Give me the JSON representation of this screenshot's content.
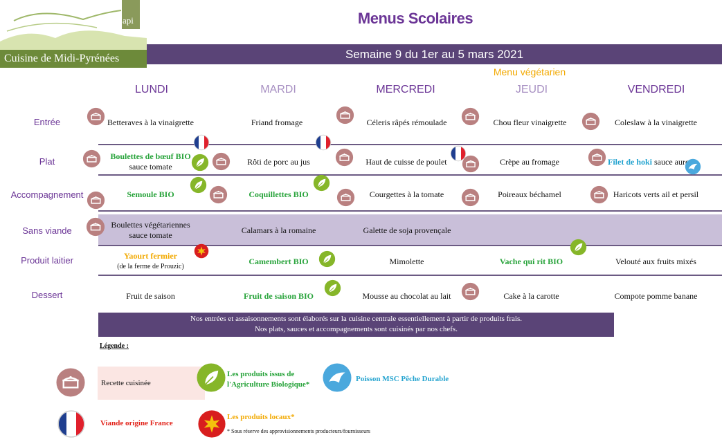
{
  "header": {
    "logo_text": "Cuisine de Midi-Pyrénées",
    "logo_badge": "api",
    "title": "Menus Scolaires",
    "week": "Semaine 9 du 1er au 5 mars 2021",
    "veg_note": "Menu végétarien"
  },
  "days": [
    "LUNDI",
    "MARDI",
    "MERCREDI",
    "JEUDI",
    "VENDREDI"
  ],
  "colors": {
    "purple": "#6b3596",
    "bar": "#5a4477",
    "green": "#27a33a",
    "blue": "#23a3cf",
    "orange": "#f2a900",
    "band": "#c9bfd9",
    "icon": "#b98080"
  },
  "rows": {
    "entree": {
      "label": "Entrée",
      "lundi": "Betteraves à la vinaigrette",
      "mardi": "Friand fromage",
      "mercredi": "Céleris râpés rémoulade",
      "jeudi": "Chou fleur vinaigrette",
      "vendredi": "Coleslaw à la vinaigrette"
    },
    "plat": {
      "label": "Plat",
      "lundi_1": "Boulettes de bœuf BIO",
      "lundi_2": "sauce tomate",
      "mardi": "Rôti de porc au jus",
      "mercredi": "Haut de cuisse de poulet",
      "jeudi": "Crèpe au fromage",
      "vendredi_1": "Filet de hoki",
      "vendredi_2": "sauce aurore"
    },
    "accompagnement": {
      "label": "Accompagnement",
      "lundi": "Semoule BIO",
      "mardi": "Coquillettes BIO",
      "mercredi": "Courgettes à la tomate",
      "jeudi": "Poireaux béchamel",
      "vendredi": "Haricots verts ail et persil"
    },
    "sans_viande": {
      "label": "Sans viande",
      "lundi_1": "Boulettes végétariennes",
      "lundi_2": "sauce tomate",
      "mardi": "Calamars à la romaine",
      "mercredi": "Galette de soja provençale"
    },
    "laitier": {
      "label": "Produit laitier",
      "lundi_1": "Yaourt fermier",
      "lundi_2": "(de la ferme de Prouzic)",
      "mardi": "Camembert BIO",
      "mercredi": "Mimolette",
      "jeudi": "Vache qui rit BIO",
      "vendredi": "Velouté aux fruits mixés"
    },
    "dessert": {
      "label": "Dessert",
      "lundi": "Fruit de saison",
      "mardi": "Fruit de saison BIO",
      "mercredi": "Mousse au chocolat au lait",
      "jeudi": "Cake à la carotte",
      "vendredi": "Compote pomme banane"
    }
  },
  "footer": {
    "line1": "Nos entrées et assaisonnements sont élaborés sur la cuisine centrale essentiellement à partir de produits frais.",
    "line2": "Nos plats, sauces et accompagnements sont cuisinés par nos chefs."
  },
  "legend": {
    "title": "Légende :",
    "recette": "Recette cuisinée",
    "bio_1": "Les produits issus de",
    "bio_2": "l'Agriculture Biologique*",
    "msc": "Poisson MSC Pêche Durable",
    "france": "Viande origine France",
    "locaux": "Les produits locaux*",
    "note": "* Sous réserve des approvisionnements producteurs/fournisseurs"
  }
}
